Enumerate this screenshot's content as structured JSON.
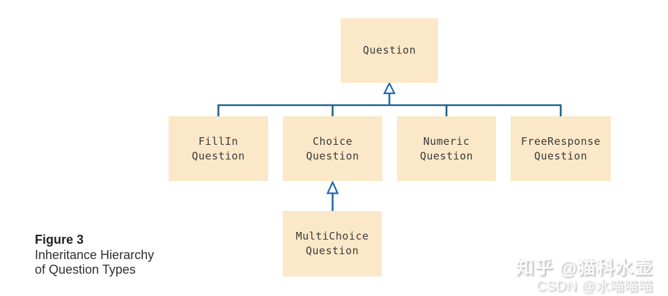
{
  "figure": {
    "caption": {
      "label": "Figure 3",
      "line1": "Inheritance Hierarchy",
      "line2": "of Question Types"
    },
    "nodes": {
      "question": "Question",
      "fillin": "FillIn\nQuestion",
      "choice": "Choice\nQuestion",
      "numeric": "Numeric\nQuestion",
      "freeresponse": "FreeResponse\nQuestion",
      "multichoice": "MultiChoice\nQuestion"
    },
    "edges": [
      {
        "from": "FillInQuestion",
        "to": "Question",
        "type": "inheritance"
      },
      {
        "from": "ChoiceQuestion",
        "to": "Question",
        "type": "inheritance"
      },
      {
        "from": "NumericQuestion",
        "to": "Question",
        "type": "inheritance"
      },
      {
        "from": "FreeResponseQuestion",
        "to": "Question",
        "type": "inheritance"
      },
      {
        "from": "MultiChoiceQuestion",
        "to": "ChoiceQuestion",
        "type": "inheritance"
      }
    ],
    "colors": {
      "node_fill": "#fbe8c8",
      "connector_line": "#1d6288",
      "arrow_stroke": "#2166b0",
      "arrow_fill": "#ffffff",
      "node_text": "#3a3a3a",
      "caption_text": "#2f2f2f"
    }
  },
  "watermarks": {
    "zhihu": "知乎 @猫科水壶",
    "csdn": "CSDN @水喵喵喵"
  }
}
